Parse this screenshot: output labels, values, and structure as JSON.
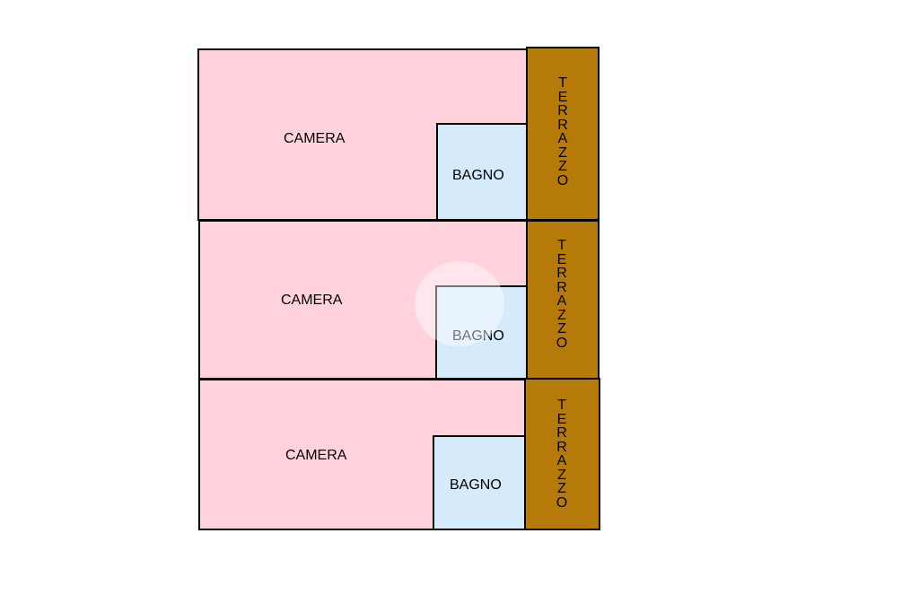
{
  "colors": {
    "camera": "#ffd2dc",
    "bagno": "#d5eafb",
    "terrazzo": "#b57a07",
    "wall": "#000000"
  },
  "units": [
    {
      "camera": "CAMERA",
      "bagno": "BAGNO",
      "terrazzo": "T\nE\nR\nR\nA\nZ\nZ\nO"
    },
    {
      "camera": "CAMERA",
      "bagno": "BAGNO",
      "terrazzo": "T\nE\nR\nR\nA\nZ\nZ\nO"
    },
    {
      "camera": "CAMERA",
      "bagno": "BAGNO",
      "terrazzo": "T\nE\nR\nR\nA\nZ\nZ\nO"
    }
  ]
}
